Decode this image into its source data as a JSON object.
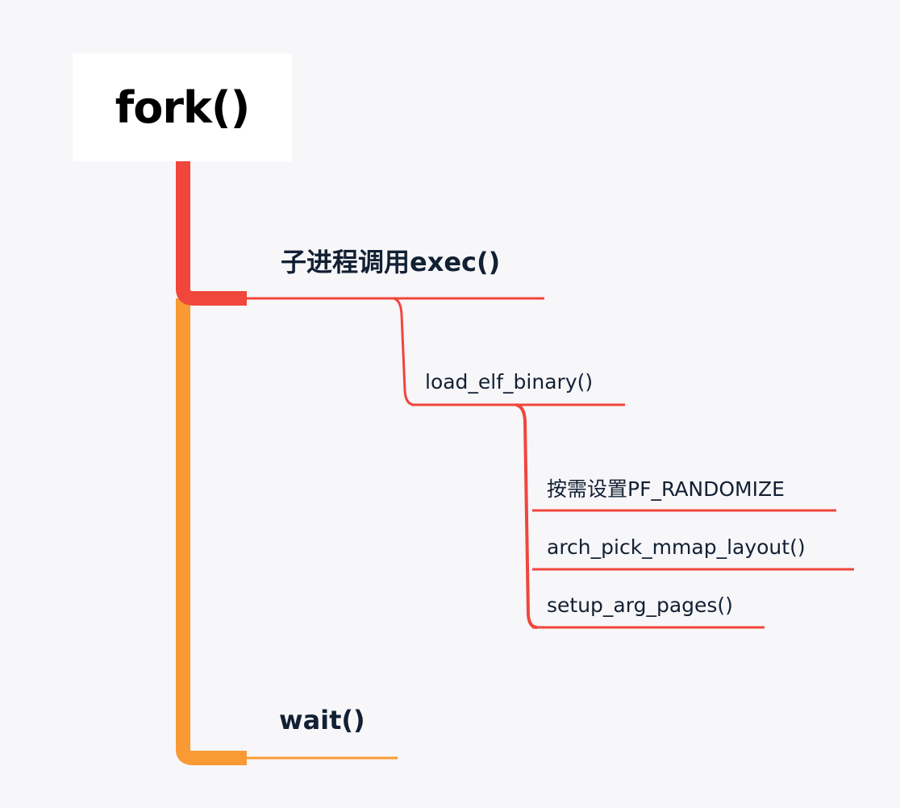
{
  "root": {
    "label": "fork()"
  },
  "branches": [
    {
      "label": "子进程调用exec()",
      "color": "#f0463c",
      "children": [
        {
          "label": "load_elf_binary()",
          "children": [
            {
              "label": "按需设置PF_RANDOMIZE"
            },
            {
              "label": "arch_pick_mmap_layout()"
            },
            {
              "label": "setup_arg_pages()"
            }
          ]
        }
      ]
    },
    {
      "label": "wait()",
      "color": "#f99a34",
      "children": []
    }
  ],
  "colors": {
    "background": "#f7f6f9",
    "root_box": "#ffffff",
    "text": "#122033",
    "red": "#f0463c",
    "orange": "#f99a34"
  }
}
